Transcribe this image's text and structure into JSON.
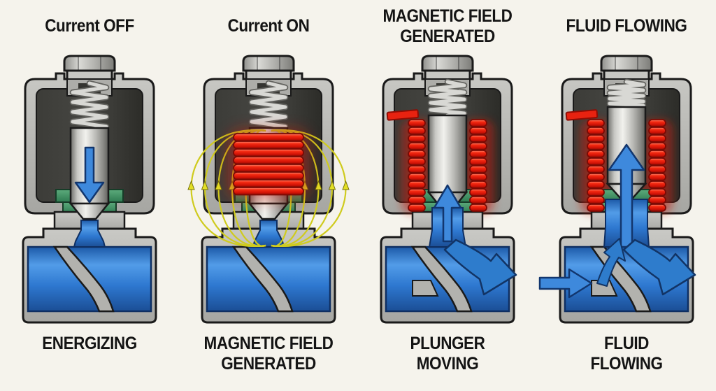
{
  "diagram_title": "",
  "panels": [
    {
      "id": "current-off",
      "top_lines": [
        "Current OFF"
      ],
      "bottom_lines": [
        "ENERGIZING"
      ]
    },
    {
      "id": "current-on",
      "top_lines": [
        "Current ON"
      ],
      "bottom_lines": [
        "MAGNETIC FIELD",
        "GENERATED"
      ]
    },
    {
      "id": "field-generated",
      "top_lines": [
        "MAGNETIC FIELD",
        "GENERATED"
      ],
      "bottom_lines": [
        "PLUNGER",
        "MOVING"
      ]
    },
    {
      "id": "fluid-flowing",
      "top_lines": [
        "FLUID FLOWING"
      ],
      "bottom_lines": [
        "FLUID",
        "FLOWING"
      ]
    }
  ],
  "colors": {
    "background": "#f5f3ec",
    "label_text": "#141414",
    "outline": "#1a1a1a",
    "metal_gray": "#b5b5b1",
    "chamber_dark": "#3c3c38",
    "coil_red": "#ee1c10",
    "field_yellow": "#d6d21c",
    "fluid_blue": "#2e7ad0",
    "arrow_blue": "#3e89dc",
    "seal_green": "#3f9466"
  }
}
